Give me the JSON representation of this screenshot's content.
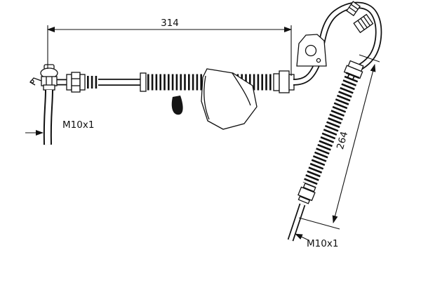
{
  "page": {
    "background": "#ffffff"
  },
  "drawing": {
    "type": "technical-line-drawing",
    "subject": "brake-hose-assembly",
    "line_color": "#111111",
    "labels": {
      "dim_length_top": "314",
      "dim_length_diagonal": "264",
      "thread_left": "M10x1",
      "thread_bottom": "M10x1"
    }
  }
}
